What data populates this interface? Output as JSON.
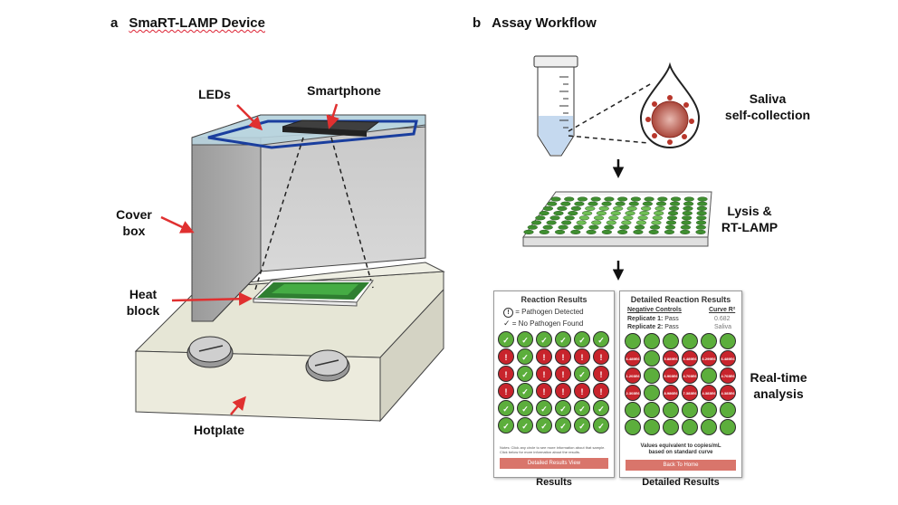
{
  "panel_a": {
    "letter": "a",
    "title": "SmaRT-LAMP Device",
    "labels": {
      "leds": "LEDs",
      "smartphone": "Smartphone",
      "cover_box": [
        "Cover",
        "box"
      ],
      "heat_block": [
        "Heat",
        "block"
      ],
      "hotplate": "Hotplate"
    }
  },
  "panel_b": {
    "letter": "b",
    "title": "Assay Workflow",
    "labels": {
      "saliva": [
        "Saliva",
        "self-collection"
      ],
      "lysis": [
        "Lysis &",
        "RT-LAMP"
      ],
      "analysis": [
        "Real-time",
        "analysis"
      ]
    },
    "results_card": {
      "title": "Reaction Results",
      "legend_detected": "= Pathogen Detected",
      "legend_none": "= No Pathogen Found",
      "note": "Notes: Click any circle to see more information about that sample. Click below for more information about the results.",
      "button": "Detailed Results View",
      "caption": "Results"
    },
    "detailed_card": {
      "title": "Detailed Reaction Results",
      "col_left": "Negative Controls",
      "col_right": "Curve R²",
      "rep1_label": "Replicate 1:",
      "rep1_value": "Pass",
      "rep2_label": "Replicate 2:",
      "rep2_value": "Pass",
      "curve_value": "0.682",
      "sample_type": "Saliva",
      "footer_line1": "Values equivalent to copies/mL",
      "footer_line2": "based on standard curve",
      "button": "Back To Home",
      "caption": "Detailed Results"
    },
    "well_grid": [
      [
        "g",
        "g",
        "g",
        "g",
        "g",
        "g"
      ],
      [
        "r",
        "g",
        "r",
        "r",
        "r",
        "r"
      ],
      [
        "r",
        "g",
        "r",
        "r",
        "g",
        "r"
      ],
      [
        "r",
        "g",
        "r",
        "r",
        "r",
        "r"
      ],
      [
        "g",
        "g",
        "g",
        "g",
        "g",
        "g"
      ],
      [
        "g",
        "g",
        "g",
        "g",
        "g",
        "g"
      ]
    ],
    "detailed_values": [
      [
        "",
        "",
        "",
        "",
        "",
        ""
      ],
      [
        "6.489E6",
        "",
        "5.889E6",
        "6.489E6",
        "6.299E6",
        "6.489E6"
      ],
      [
        "1.203E6",
        "",
        "6.903E6",
        "4.703E6",
        "",
        "4.703E6"
      ],
      [
        "2.303E6",
        "",
        "8.986E6",
        "7.383E6",
        "4.383E6",
        "4.383E6"
      ],
      [
        "",
        "",
        "",
        "",
        "",
        ""
      ],
      [
        "",
        "",
        "",
        "",
        "",
        ""
      ]
    ]
  },
  "colors": {
    "arrow_red": "#e03030",
    "led_blue": "#1a3e9e",
    "well_green": "#5cae3c",
    "well_red": "#c8242c",
    "box_gray": "#a8a8a8",
    "button_red": "#d9756b"
  }
}
